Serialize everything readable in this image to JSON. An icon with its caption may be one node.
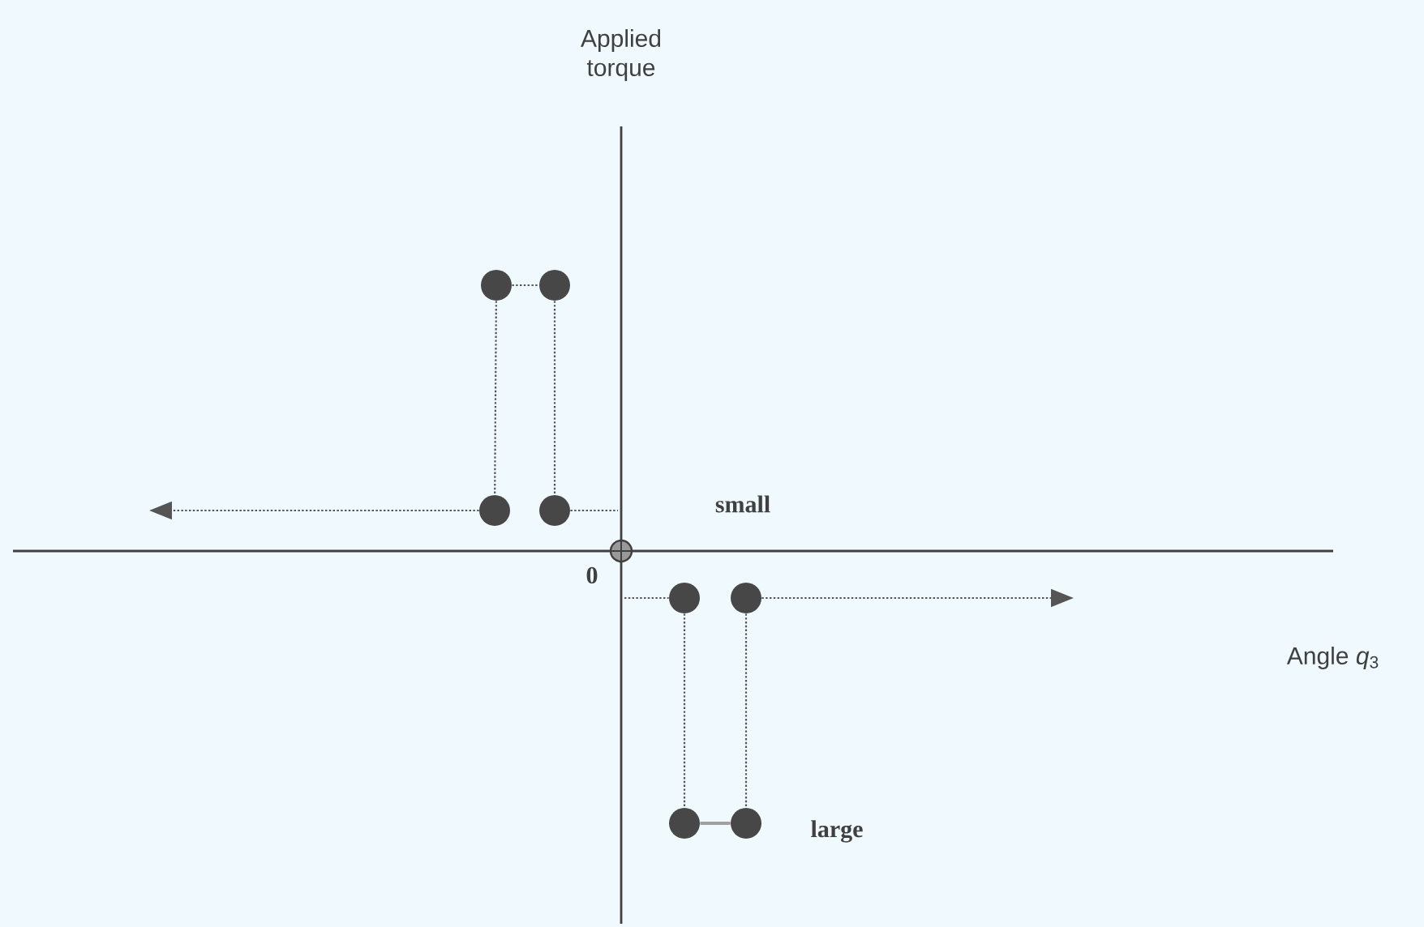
{
  "diagram": {
    "nodes": [
      {
        "text": [],
        "shape": "circle"
      },
      {
        "text": [],
        "shape": "circle"
      },
      {
        "text": [],
        "shape": "circle"
      },
      {
        "text": [],
        "shape": "circle"
      },
      {
        "text": [],
        "shape": "circle"
      },
      {
        "text": [],
        "shape": "circle"
      },
      {
        "text": [],
        "shape": "circle"
      },
      {
        "text": [],
        "shape": "circle"
      },
      {
        "text": [],
        "shape": "circle"
      }
    ],
    "edges": [
      {
        "from": 0,
        "to": 1,
        "arrow": "none",
        "style": "dashed"
      },
      {
        "from": 0,
        "to": 2,
        "arrow": "none",
        "style": "dashed"
      },
      {
        "from": 1,
        "to": 3,
        "arrow": "none",
        "style": "dashed"
      },
      {
        "from": 2,
        "to": null,
        "arrow": "to",
        "style": "dashed"
      },
      {
        "from": 3,
        "to": null,
        "arrow": "none",
        "style": "dashed"
      },
      {
        "from": null,
        "to": 5,
        "arrow": "none",
        "style": "dashed"
      },
      {
        "from": 6,
        "to": null,
        "arrow": "to",
        "style": "dashed"
      },
      {
        "from": 5,
        "to": 7,
        "arrow": "none",
        "style": "dashed"
      },
      {
        "from": 6,
        "to": 8,
        "arrow": "none",
        "style": "dashed"
      },
      {
        "from": 7,
        "to": 8,
        "arrow": "none",
        "color": "#a0a0a0"
      }
    ],
    "labels": [
      "Applied torque",
      "small",
      "0",
      "Angle *q*$_{3}$",
      "large"
    ]
  }
}
